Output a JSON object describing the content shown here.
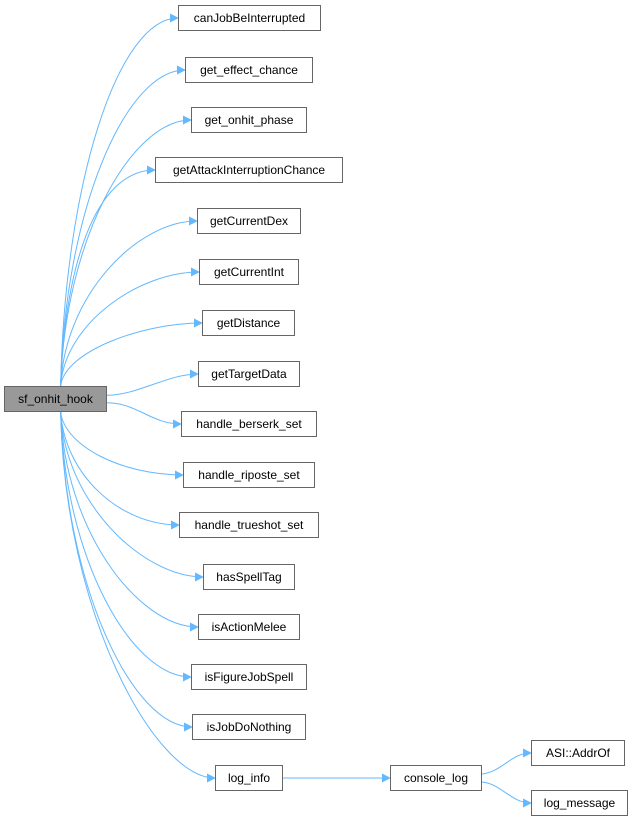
{
  "diagram": {
    "edge_color": "#63b8ff",
    "root_fill": "#999999",
    "root": "sf_onhit_hook",
    "callees": [
      "canJobBeInterrupted",
      "get_effect_chance",
      "get_onhit_phase",
      "getAttackInterruptionChance",
      "getCurrentDex",
      "getCurrentInt",
      "getDistance",
      "getTargetData",
      "handle_berserk_set",
      "handle_riposte_set",
      "handle_trueshot_set",
      "hasSpellTag",
      "isActionMelee",
      "isFigureJobSpell",
      "isJobDoNothing",
      "log_info"
    ],
    "log_info_callees": [
      "console_log"
    ],
    "console_log_callees": [
      "ASI::AddrOf",
      "log_message"
    ]
  }
}
